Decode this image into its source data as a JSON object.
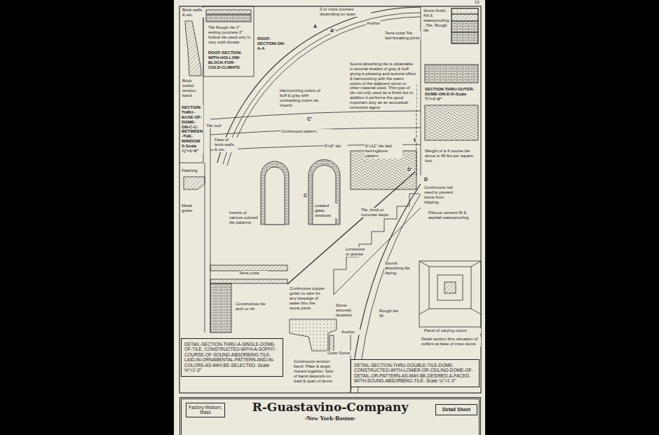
{
  "diagram": {
    "nodes": [
      {
        "text": [
          "R-Guastavino-Company",
          "-New York-Boston-"
        ]
      },
      {
        "text": [
          "Factory Woburn, Mass"
        ],
        "in": 0
      },
      {
        "text": [
          "Detail Sheet"
        ],
        "in": 0
      },
      {
        "text": [
          "DETAIL-SECTION-THRU-A-SINGLE-DOME-OF-TILE, CONSTRUCTED-WITH-A-SOFFIT-COURSE-OF-SOUND-ABSORBING-TILE-LAID-IN-ORNAMENTAL-PATTERN-AND-IN-COLORS-AS-MAY-BE-SELECTED- Scale ½\"=1'-0\""
        ]
      },
      {
        "text": [
          "DETAIL-SECTION-THRU-DOUBLE-TILE-DOME-CONSTRUCTED-WITH-LOWER-OR-CEILING-DOME-OF-DETAIL-OR-PATTERN-AS-MAY-BE-DESIRED-&-FACED-WITH-SOUND-ABSORBING-TILE- Scale ¾\"=1'-0\""
        ]
      }
    ],
    "labels": [
      "13",
      "Brick walls & etc.",
      "3 or more courses depending on span",
      "A",
      "A'",
      "Anchor",
      "Terra cotta Tile laid breaking joints",
      "Stone finish, Fill & waterproofing, Tile, Rough tile",
      "Tile Rough tile 2\" setting concrete 2\" hollow tile used only in very cold climate",
      "ROOF-SECTION-ON-A-A",
      "ROOF-SECTION-WITH-HOLLOW-BLOCK-FOR-COLD-CLIMATE",
      "Brick corbel tension band",
      "SECTION-THRU-BASE-OF-DOME-ON-C-C-BETWEEN-THE-WINDOWS-Scale ⅜\"=1'-0\"",
      "Sound absorbing tile is obtainable in several shades of gray & buff giving a pleasing and textural effect & harmonizing with the warm colors of the adjacent stone or other material used. This type of tile not only used as a finish but in addition it performs the good important duty as an acoustical corrective agent.",
      "Harmonizing colors of buff & gray with contrasting colors as inserts",
      "C'",
      "Continuous pattern",
      "℄",
      "6\"x6\" tile",
      "6\"x12\" tile laid herringbone pattern",
      "SECTION-THRU-OUTER-DOME-ON-D-D-Scale ¾\"=1'-0\"",
      "Weight of a 4 course tile dome is 45 lbs per square foot.",
      "Tile roof",
      "Flashing",
      "Face of brick walls & etc.",
      "Metal gutter",
      "C",
      "Inserts of various colored tile patterns",
      "Leaded glass windows",
      "Terra cotta",
      "Constructive tile arch or rib",
      "D'",
      "D",
      "Continuous rod used to prevent stone from slipping",
      "Tile, brick or concrete steps",
      "Limestone or granite",
      "Continuous copper gutter to care for any seepage of water thru the stone joints",
      "Stone securely doweled",
      "Anchor",
      "Continuous tension band. Plate & angle riveted together. Size of band depends on load & span of dome",
      "Outer Dome",
      "Fibrous cement fill & asphalt waterproofing",
      "Rough tile fill",
      "Sound absorbing tile facing",
      "Panel of varying colors",
      "Detail section thru elevation of coffers at base of inner dome"
    ]
  }
}
